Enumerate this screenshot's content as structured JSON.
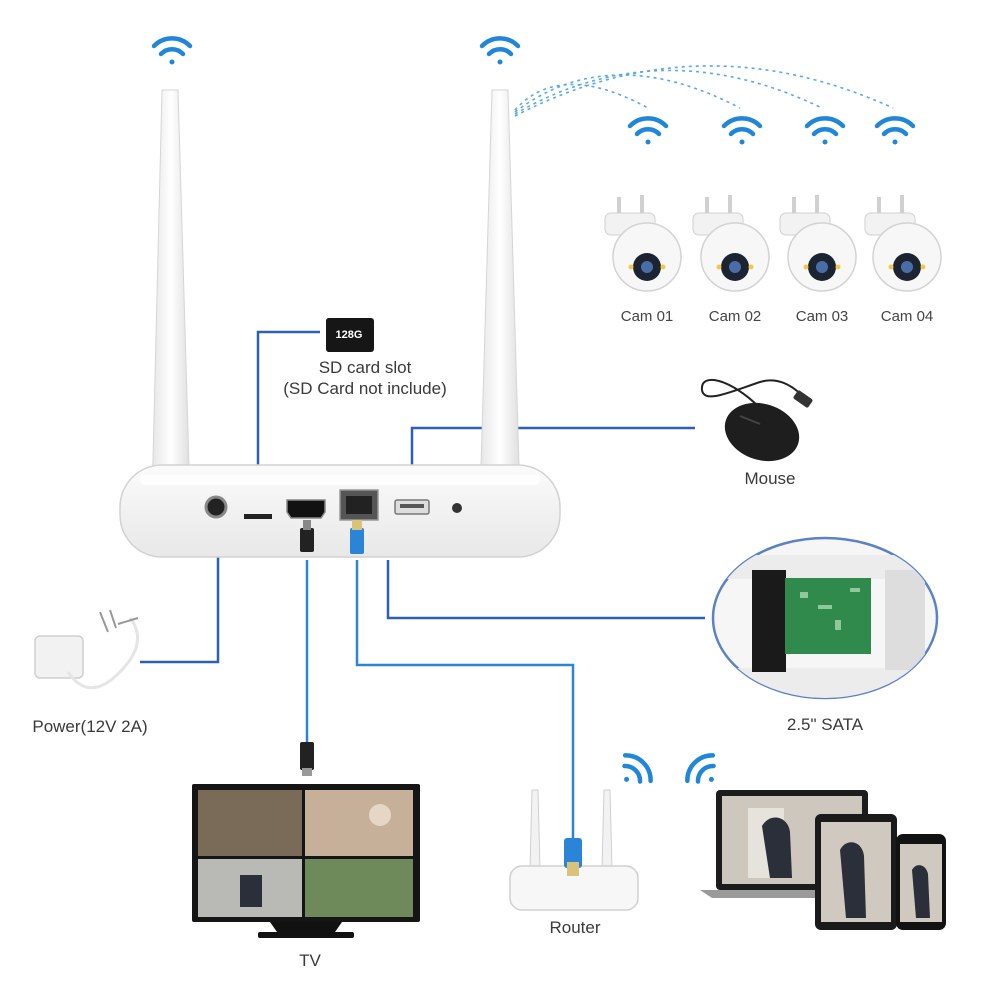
{
  "labels": {
    "sd_card_chip": "128G",
    "sd_slot_line1": "SD card slot",
    "sd_slot_line2": "(SD Card not include)",
    "mouse": "Mouse",
    "sata": "2.5\" SATA",
    "power": "Power(12V 2A)",
    "tv": "TV",
    "router": "Router"
  },
  "cameras": [
    {
      "label": "Cam 01"
    },
    {
      "label": "Cam 02"
    },
    {
      "label": "Cam 03"
    },
    {
      "label": "Cam 04"
    }
  ],
  "colors": {
    "wifi": "#1f86d9",
    "connector_line": "#2f5fb3",
    "device_white": "#f4f4f4",
    "device_outline": "#d3d3d3",
    "sata_circle": "#5b82c4",
    "cable_blue": "#2a84d8",
    "pcb_green": "#2f8a4c"
  }
}
